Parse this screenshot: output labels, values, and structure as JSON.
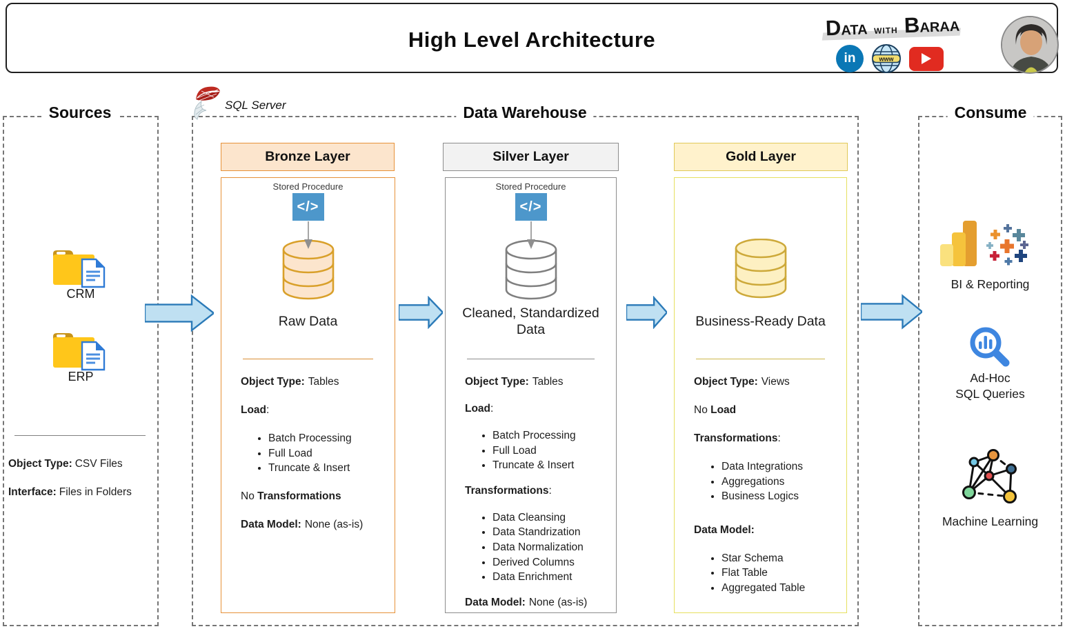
{
  "header": {
    "title": "High Level Architecture",
    "brand_words": [
      "Data",
      "with",
      "Baraa"
    ]
  },
  "icons": {
    "code_glyph": "</>",
    "linkedin_glyph": "in",
    "www_glyph": "www"
  },
  "sources": {
    "title": "Sources",
    "systems": [
      {
        "label": "CRM"
      },
      {
        "label": "ERP"
      }
    ],
    "object_type": {
      "label": "Object Type:",
      "value": "CSV Files"
    },
    "interface": {
      "label": "Interface:",
      "value": "Files in Folders"
    }
  },
  "warehouse": {
    "title": "Data Warehouse",
    "platform": "SQL Server",
    "layers": [
      {
        "name": "Bronze Layer",
        "stored_procedure": "Stored Procedure",
        "store_label": "Raw Data",
        "object_type": {
          "label": "Object Type:",
          "value": "Tables"
        },
        "load": {
          "label": "Load",
          "suffix": ":"
        },
        "load_items": [
          "Batch Processing",
          "Full Load",
          "Truncate & Insert"
        ],
        "transformations": {
          "prefix": "No ",
          "label": "Transformations"
        },
        "data_model": {
          "label": "Data Model:",
          "value": "None (as-is)"
        }
      },
      {
        "name": "Silver Layer",
        "stored_procedure": "Stored Procedure",
        "store_label": "Cleaned, Standardized Data",
        "object_type": {
          "label": "Object Type:",
          "value": "Tables"
        },
        "load": {
          "label": "Load",
          "suffix": ":"
        },
        "load_items": [
          "Batch Processing",
          "Full Load",
          "Truncate & Insert"
        ],
        "transformations": {
          "label": "Transformations",
          "suffix": ":"
        },
        "transformation_items": [
          "Data Cleansing",
          "Data Standrization",
          "Data Normalization",
          "Derived Columns",
          "Data Enrichment"
        ],
        "data_model": {
          "label": "Data Model:",
          "value": "None (as-is)"
        }
      },
      {
        "name": "Gold Layer",
        "store_label": "Business-Ready Data",
        "object_type": {
          "label": "Object Type:",
          "value": "Views"
        },
        "no_load": {
          "prefix": "No ",
          "label": "Load"
        },
        "transformations": {
          "label": "Transformations",
          "suffix": ":"
        },
        "transformation_items": [
          "Data Integrations",
          "Aggregations",
          "Business Logics"
        ],
        "data_model": {
          "label": "Data Model:"
        },
        "data_model_items": [
          "Star Schema",
          "Flat Table",
          "Aggregated Table"
        ]
      }
    ]
  },
  "consume": {
    "title": "Consume",
    "items": [
      {
        "label": "BI & Reporting"
      },
      {
        "label_lines": [
          "Ad-Hoc",
          "SQL Queries"
        ]
      },
      {
        "label": "Machine Learning"
      }
    ]
  },
  "colors": {
    "bronze_border": "#E69138",
    "bronze_bg": "#FCE5CD",
    "silver_border": "#8C8C8C",
    "silver_bg": "#F2F2F2",
    "gold_border": "#E0C858",
    "gold_bg": "#FFF2CC",
    "arrow_fill": "#BFE0F2",
    "arrow_stroke": "#2B7AB8",
    "code_icon_bg": "#4D97CB",
    "linkedin_blue": "#0A77B5",
    "youtube_red": "#E12B20",
    "folder_yellow": "#FFC61A"
  }
}
